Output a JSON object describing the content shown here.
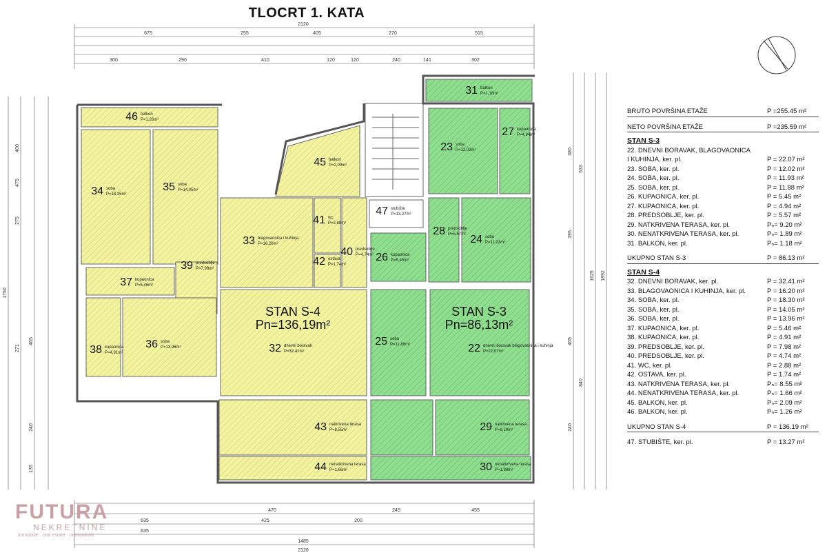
{
  "title": "TLOCRT 1. KATA",
  "colors": {
    "s4_fill": "#f2f2a0",
    "s3_fill": "#8fde8f",
    "wall": "#777777"
  },
  "summary": {
    "bruto_label": "BRUTO POVRŠINA ETAŽE",
    "bruto_value": "P =255.45 m²",
    "neto_label": "NETO POVRŠINA ETAŽE",
    "neto_value": "P =235.59 m²"
  },
  "stan_s3": {
    "header": "STAN S-3",
    "rooms": [
      {
        "label": "22. DNEVNI BORAVAK, BLAGOVAONICA",
        "value": ""
      },
      {
        "label": "I KUHINJA, ker. pl.",
        "value": "P = 22.07 m²"
      },
      {
        "label": "23. SOBA, ker. pl.",
        "value": "P = 12.02 m²"
      },
      {
        "label": "24. SOBA, ker. pl.",
        "value": "P = 11.93 m²"
      },
      {
        "label": "25. SOBA, ker. pl.",
        "value": "P = 11.88 m²"
      },
      {
        "label": "26. KUPAONICA, ker. pl.",
        "value": "P = 5.45 m²"
      },
      {
        "label": "27. KUPAONICA, ker. pl.",
        "value": "P = 4.94 m²"
      },
      {
        "label": "28. PREDSOBLJE, ker. pl.",
        "value": "P = 5.57 m²"
      },
      {
        "label": "29. NATKRIVENA TERASA, ker. pl.",
        "value": "Pₙ= 9.20 m²"
      },
      {
        "label": "30. NENATKRIVENA TERASA, ker. pl.",
        "value": "Pₙ= 1.89 m²"
      },
      {
        "label": "31. BALKON, ker. pl.",
        "value": "Pₙ= 1.18 m²"
      }
    ],
    "total_label": "UKUPNO STAN  S-3",
    "total_value": "P = 86.13 m²"
  },
  "stan_s4": {
    "header": "STAN S-4",
    "rooms": [
      {
        "label": "32. DNEVNI BORAVAK, ker. pl.",
        "value": "P = 32.41 m²"
      },
      {
        "label": "33. BLAGOVAONICA I KUHINJA, ker. pl.",
        "value": "P = 16.20 m²"
      },
      {
        "label": "34. SOBA, ker. pl.",
        "value": "P = 18.30 m²"
      },
      {
        "label": "35. SOBA, ker. pl.",
        "value": "P = 14.05 m²"
      },
      {
        "label": "36. SOBA, ker. pl.",
        "value": "P = 13.96 m²"
      },
      {
        "label": "37. KUPAONICA, ker. pl.",
        "value": "P = 5.46 m²"
      },
      {
        "label": "38. KUPAONICA, ker. pl.",
        "value": "P = 4.91 m²"
      },
      {
        "label": "39. PREDSOBLJE, ker. pl.",
        "value": "P = 7.98 m²"
      },
      {
        "label": "40. PREDSOBLJE, ker. pl.",
        "value": "P = 4.74 m²"
      },
      {
        "label": "41. WC, ker. pl.",
        "value": "P = 2.88 m²"
      },
      {
        "label": "42. OSTAVA, ker. pl.",
        "value": "P = 1.74 m²"
      },
      {
        "label": "43. NATKRIVENA TERASA, ker. pl.",
        "value": "Pₙ= 8.55 m²"
      },
      {
        "label": "44. NENATKRIVENA TERASA, ker. pl.",
        "value": "Pₙ= 1.66 m²"
      },
      {
        "label": "45. BALKON, ker. pl.",
        "value": "Pₙ= 2.09 m²"
      },
      {
        "label": "46. BALKON, ker. pl.",
        "value": "Pₙ= 1.26 m²"
      }
    ],
    "total_label": "UKUPNO STAN  S-4",
    "total_value": "P = 136.19 m²"
  },
  "stair": {
    "label": "47. STUBIŠTE, ker. pl.",
    "value": "P = 13.27 m²"
  },
  "plan": {
    "s4_title": "STAN S-4",
    "s4_area": "Pn=136,19m²",
    "s3_title": "STAN S-3",
    "s3_area": "Pn=86,13m²",
    "rooms": [
      {
        "n": "46",
        "name": "balkon",
        "p": "P=1,26m²"
      },
      {
        "n": "34",
        "name": "soba",
        "p": "P=18,35m²"
      },
      {
        "n": "35",
        "name": "soba",
        "p": "P=14,05m²"
      },
      {
        "n": "45",
        "name": "balkon",
        "p": "P=2,09m²"
      },
      {
        "n": "33",
        "name": "blagovaonica i kuhinja",
        "p": "P=16,20m²"
      },
      {
        "n": "41",
        "name": "wc",
        "p": "P=2,88m²"
      },
      {
        "n": "40",
        "name": "predsoblje",
        "p": "P=4,74m²"
      },
      {
        "n": "42",
        "name": "ostava",
        "p": "P=1,74m²"
      },
      {
        "n": "39",
        "name": "predsoblje",
        "p": "P=7,98m²"
      },
      {
        "n": "37",
        "name": "kupaonica",
        "p": "P=5,46m²"
      },
      {
        "n": "38",
        "name": "kupaonica",
        "p": "P=4,91m²"
      },
      {
        "n": "36",
        "name": "soba",
        "p": "P=13,96m²"
      },
      {
        "n": "32",
        "name": "dnevni boravak",
        "p": "P=32,41m²"
      },
      {
        "n": "43",
        "name": "natkrivena terasa",
        "p": "P=8,55m²"
      },
      {
        "n": "44",
        "name": "nenatkrivena terasa",
        "p": "P=1,66m²"
      },
      {
        "n": "47",
        "name": "stubište",
        "p": "P=13,27m²"
      },
      {
        "n": "31",
        "name": "balkon",
        "p": "P=1,18m²"
      },
      {
        "n": "23",
        "name": "soba",
        "p": "P=12,02m²"
      },
      {
        "n": "27",
        "name": "kupaonica",
        "p": "P=4,94m²"
      },
      {
        "n": "28",
        "name": "predsoblje",
        "p": "P=5,57m²"
      },
      {
        "n": "24",
        "name": "soba",
        "p": "P=11,93m²"
      },
      {
        "n": "26",
        "name": "kupaonica",
        "p": "P=5,45m²"
      },
      {
        "n": "25",
        "name": "soba",
        "p": "P=11,88m²"
      },
      {
        "n": "22",
        "name": "dnevni boravak blagovaonica i kuhinja",
        "p": "P=22,07m²"
      },
      {
        "n": "29",
        "name": "natkrivena terasa",
        "p": "P=9,20m²"
      },
      {
        "n": "30",
        "name": "nenatkrivena terasa",
        "p": "P=1,89m²"
      }
    ],
    "dims_top": [
      "2120",
      "675",
      "255",
      "405",
      "270",
      "515"
    ],
    "dims_top2": [
      "300",
      "290",
      "410",
      "120",
      "120",
      "240",
      "141",
      "302"
    ],
    "dims_bottom": [
      "2120",
      "1485",
      "635",
      "470",
      "245",
      "455",
      "635",
      "425",
      "200"
    ],
    "dims_left": [
      "1750",
      "400",
      "475",
      "275",
      "271",
      "465",
      "240",
      "135"
    ],
    "dims_right": [
      "1892",
      "1625",
      "380",
      "533",
      "395",
      "465",
      "840",
      "240"
    ]
  },
  "logo": {
    "line1": "FUTURA",
    "line2": "NEKRETNINE",
    "line3": "immobilie · real estate · nemovitosti"
  }
}
